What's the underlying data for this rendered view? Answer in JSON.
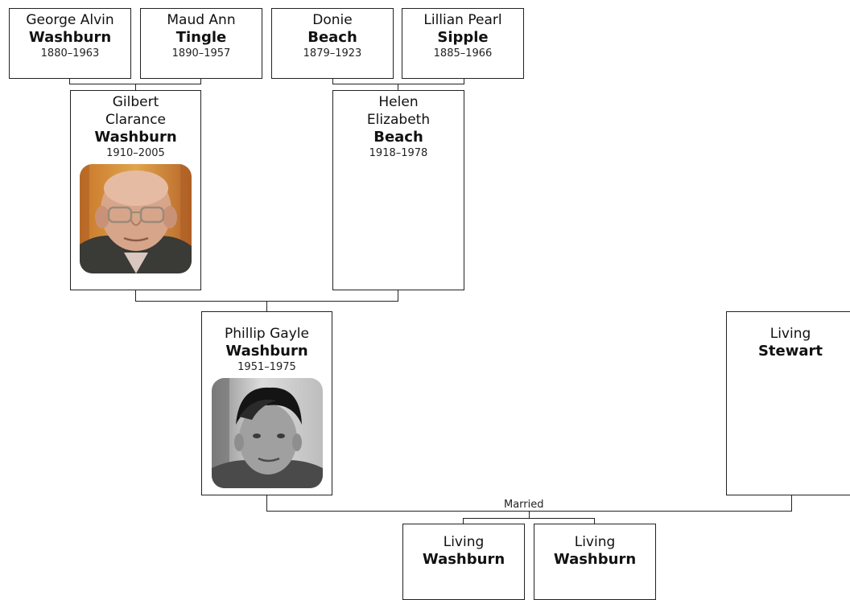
{
  "people": {
    "george": {
      "given": "George Alvin",
      "surname": "Washburn",
      "dates": "1880–1963"
    },
    "maud": {
      "given": "Maud Ann",
      "surname": "Tingle",
      "dates": "1890–1957"
    },
    "donie": {
      "given": "Donie",
      "surname": "Beach",
      "dates": "1879–1923"
    },
    "lillian": {
      "given": "Lillian Pearl",
      "surname": "Sipple",
      "dates": "1885–1966"
    },
    "gilbert": {
      "given": "Gilbert Clarance",
      "surname": "Washburn",
      "dates": "1910–2005",
      "photo": "portrait-elderly-man"
    },
    "helen": {
      "given": "Helen Elizabeth",
      "surname": "Beach",
      "dates": "1918–1978"
    },
    "phillip": {
      "given": "Phillip Gayle",
      "surname": "Washburn",
      "dates": "1951–1975",
      "photo": "portrait-young-man-bw"
    },
    "stewart": {
      "given": "Living",
      "surname": "Stewart"
    },
    "child1": {
      "given": "Living",
      "surname": "Washburn"
    },
    "child2": {
      "given": "Living",
      "surname": "Washburn"
    }
  },
  "relation_label": "Married"
}
